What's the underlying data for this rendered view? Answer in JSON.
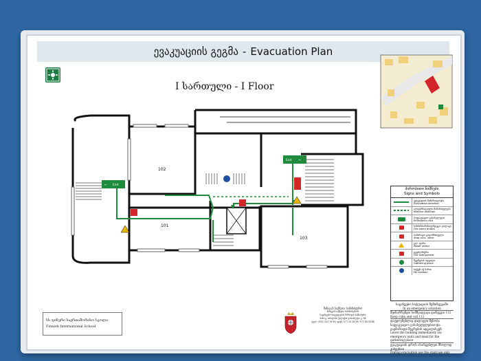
{
  "header": {
    "title_georgian": "ევაკუაციის გეგმა",
    "separator": "-",
    "title_english": "Evacuation Plan"
  },
  "floor": {
    "label": "I სართული  -  I Floor"
  },
  "rooms": {
    "r102": "102",
    "r101": "101",
    "r103": "103"
  },
  "exit_signs": {
    "exit_left": "Exit",
    "exit_right": "Exit"
  },
  "legend": {
    "heading_georgian": "პირობითი ნიშნები",
    "heading_english": "Signs and Symbols",
    "items": [
      {
        "ka": "ევაკუაციის მიმართულება",
        "en": "Evacuation direction"
      },
      {
        "ka": "ალტერნატიული მიმართულება",
        "en": "Reserve direction"
      },
      {
        "ka": "საევაკუაციო გასასვლელი",
        "en": "Emergency exit"
      },
      {
        "ka": "ხანძარსაწინააღმდეგო ღილაკი",
        "en": "Fire alarm button"
      },
      {
        "ka": "სამარაგო გადამრთველი",
        "en": "Stop cock, valve"
      },
      {
        "ka": "ელ. ფარი",
        "en": "Power shield"
      },
      {
        "ka": "ცეცხლმაქრი",
        "en": "Fire extinguisher"
      },
      {
        "ka": "შეკრების ადგილი",
        "en": "Gathering place"
      },
      {
        "ka": "თქვენ აქ ხართ",
        "en": "My location"
      }
    ]
  },
  "instructions": {
    "emergency_ka": "საგანგებო სიტუაციის შემთხვევაში",
    "emergency_en": "In an emergency situation",
    "calm_ka": "შეინარჩუნეთ სიმშვიდე და დარეკეთ 112",
    "calm_en": "Keep calm and call 112",
    "leave_ka": "დაუყოვნებლივ დატოვეთ შენობა საევაკუაციო გასასვლელებით და გაემართეთ შეკრების ადგილისკენ",
    "leave_en": "Leave the building immediately via emergency exits and head for the gathering place",
    "stairs_ka": "ევაკუაციის დროს ისარგებლეთ მხოლოდ კიბეებით",
    "stairs_en": "During evacuation use the staircase only"
  },
  "school": {
    "name_ka": "სს ფინური საერთაშორისო სკოლა",
    "name_en": "Finnish International School"
  },
  "ministry": {
    "title": "შინაგან საქმეთა სამინისტრო",
    "line1": "შინაგან საქმეთა სამინისტროს",
    "line2": "საგანგებო სიტუაციების მართვის სამსახური",
    "line3": "ტელ: (032) 241 19 93; ფაქს: 577 24 16 29; 577 48 08 88",
    "line4": "ბინა გ. თბილისი ქალაქის დასახლება კ. 98"
  },
  "colors": {
    "route": "#1e8a3c",
    "fire": "#d4262a",
    "warning": "#e7b400",
    "title_bar": "#dfe8ec",
    "background": "#2f67a3"
  }
}
